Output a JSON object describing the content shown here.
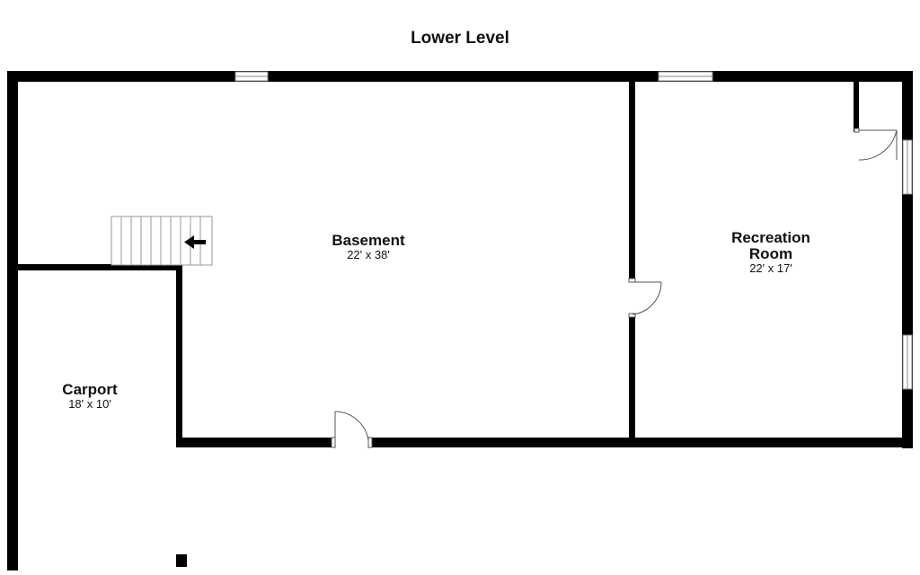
{
  "plan": {
    "title": "Lower Level",
    "rooms": [
      {
        "name": "Basement",
        "dimensions": "22' x 38'"
      },
      {
        "name_line1": "Recreation",
        "name_line2": "Room",
        "dimensions": "22' x 17'"
      },
      {
        "name": "Carport",
        "dimensions": "18' x 10'"
      }
    ],
    "stairs_direction": "left",
    "colors": {
      "wall": "#000000",
      "background": "#ffffff",
      "window_frame": "#888888"
    }
  }
}
